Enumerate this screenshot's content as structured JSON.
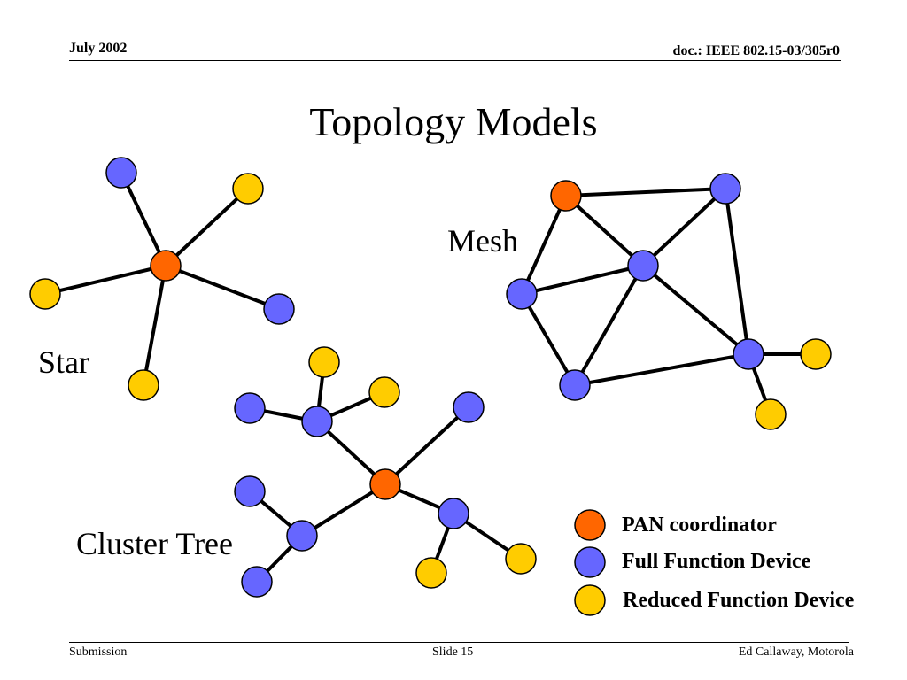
{
  "header": {
    "date": "July 2002",
    "doc": "doc.: IEEE 802.15-03/305r0"
  },
  "title": "Topology Models",
  "labels": {
    "star": "Star",
    "mesh": "Mesh",
    "cluster_tree": "Cluster Tree"
  },
  "legend": [
    {
      "label": "PAN coordinator",
      "color": "#ff6600"
    },
    {
      "label": "Full Function Device",
      "color": "#6666ff"
    },
    {
      "label": "Reduced Function Device",
      "color": "#ffcc00"
    }
  ],
  "footer": {
    "left": "Submission",
    "center": "Slide 15",
    "right": "Ed Callaway, Motorola"
  },
  "colors": {
    "pan_coordinator": "#ff6600",
    "full_function_device": "#6666ff",
    "reduced_function_device": "#ffcc00"
  }
}
